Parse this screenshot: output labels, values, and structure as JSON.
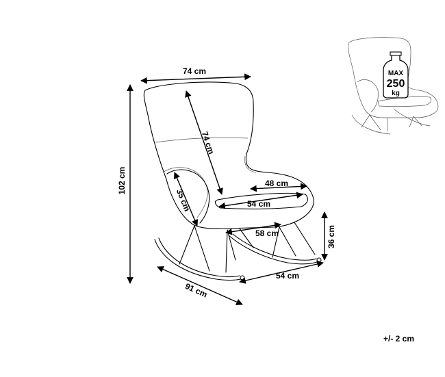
{
  "dimensions": {
    "top_width": "74 cm",
    "backrest_height": "74 cm",
    "total_height": "102 cm",
    "armrest_height": "35 cm",
    "seat_depth_inner": "48 cm",
    "seat_width": "54 cm",
    "leg_spread": "58 cm",
    "seat_height": "36 cm",
    "rocker_length": "91 cm",
    "base_width": "54 cm"
  },
  "load_badge": {
    "line1": "MAX",
    "line2": "250",
    "line3": "kg"
  },
  "tolerance": "+/- 2 cm",
  "colors": {
    "line": "#000000",
    "background": "#ffffff"
  }
}
